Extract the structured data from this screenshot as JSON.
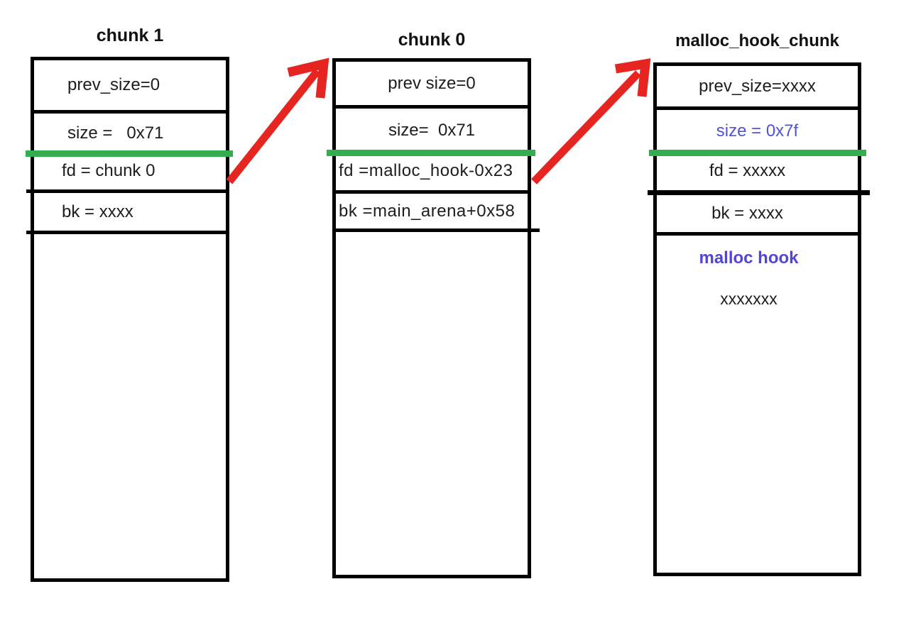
{
  "colors": {
    "green": "#34ac50",
    "red": "#e62420",
    "blueSize": "#5153d8",
    "blueHook": "#5244d4",
    "text": "#1d1d1f"
  },
  "chunk1": {
    "title": "chunk 1",
    "prev": "prev_size=0",
    "size": "size =   0x71",
    "fd": "fd = chunk 0",
    "bk": "bk = xxxx"
  },
  "chunk0": {
    "title": "chunk 0",
    "prev": "prev size=0",
    "size": "size=  0x71",
    "fd": "fd =malloc_hook-0x23",
    "bk": "bk =main_arena+0x58"
  },
  "hook_chunk": {
    "title": "malloc_hook_chunk",
    "prev": "prev_size=xxxx",
    "size": "size = 0x7f",
    "fd": "fd = xxxxx",
    "bk": "bk = xxxx",
    "hook_label": "malloc hook",
    "hook_value": "xxxxxxx"
  }
}
